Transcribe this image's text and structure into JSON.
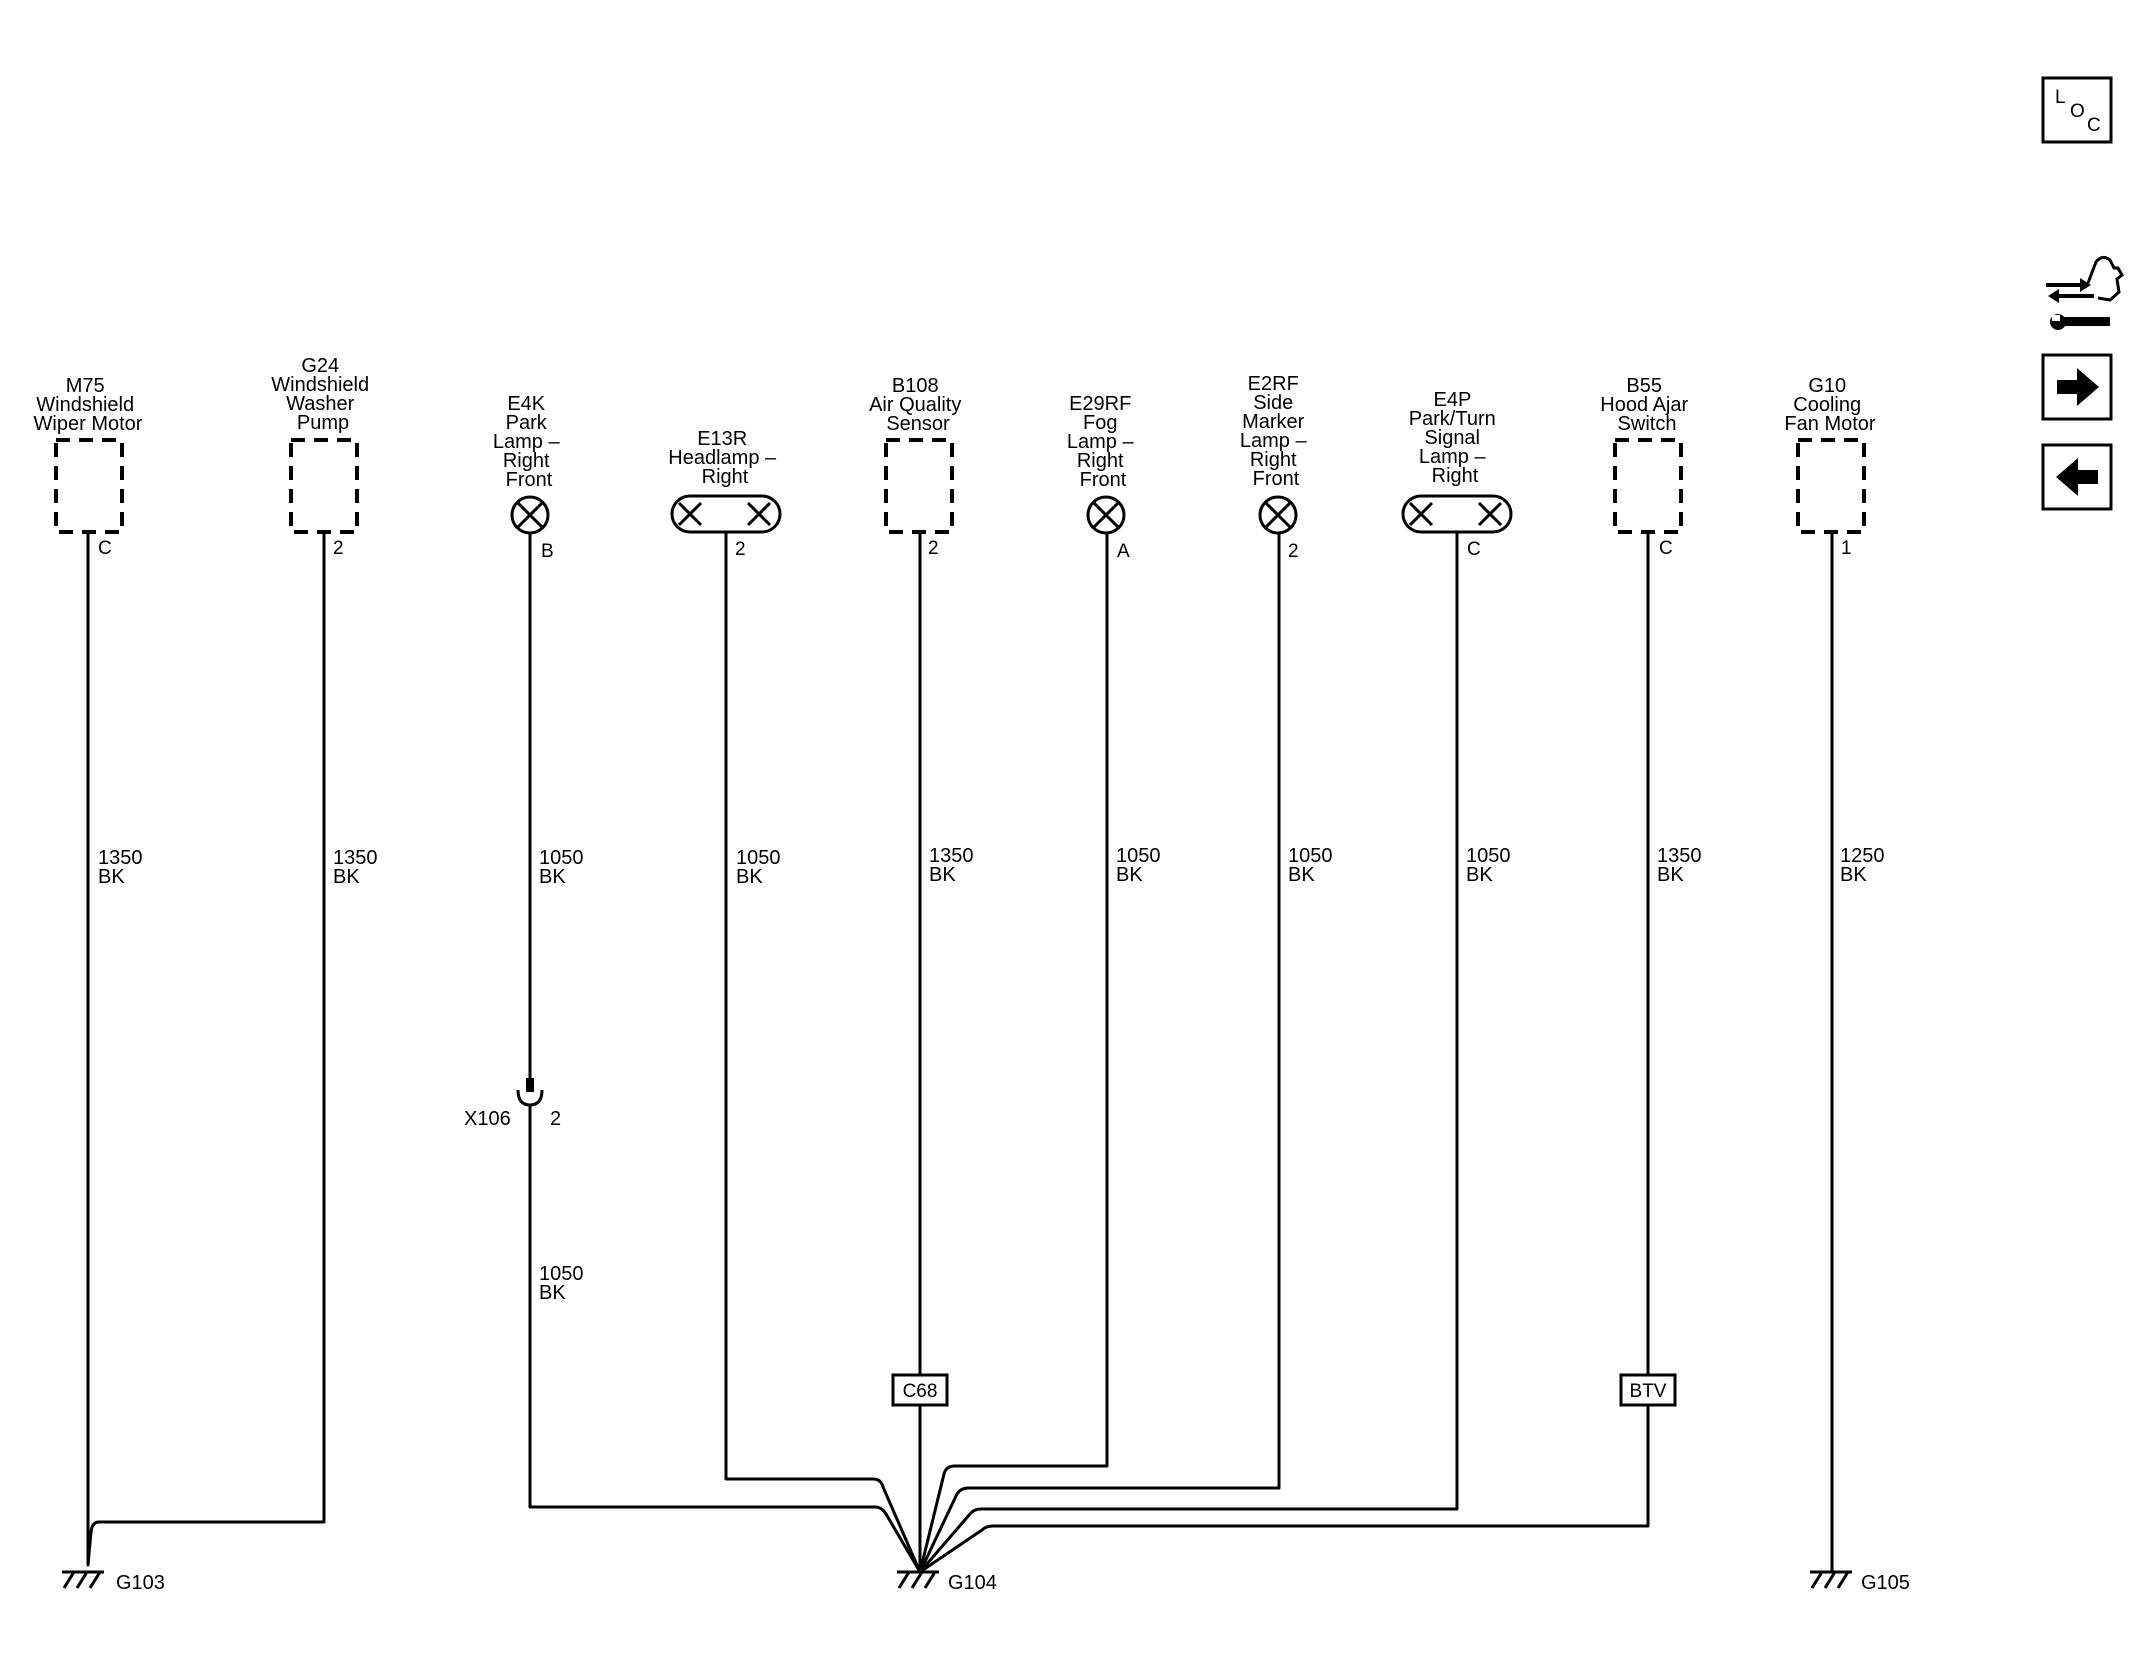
{
  "components": [
    {
      "id": "m75",
      "lines": [
        "M75",
        "Windshield",
        "Wiper Motor"
      ],
      "pin": "C",
      "symbol": "dashed-box"
    },
    {
      "id": "g24",
      "lines": [
        "G24",
        "Windshield",
        "Washer",
        "Pump"
      ],
      "pin": "2",
      "symbol": "dashed-box"
    },
    {
      "id": "e4k",
      "lines": [
        "E4K",
        "Park",
        "Lamp –",
        "Right",
        "Front"
      ],
      "pin": "B",
      "symbol": "lamp"
    },
    {
      "id": "e13r",
      "lines": [
        "E13R",
        "Headlamp –",
        "Right"
      ],
      "pin": "2",
      "symbol": "dual-lamp"
    },
    {
      "id": "b108",
      "lines": [
        "B108",
        "Air Quality",
        "Sensor"
      ],
      "pin": "2",
      "symbol": "dashed-box"
    },
    {
      "id": "e29rf",
      "lines": [
        "E29RF",
        "Fog",
        "Lamp –",
        "Right",
        "Front"
      ],
      "pin": "A",
      "symbol": "lamp"
    },
    {
      "id": "e2rf",
      "lines": [
        "E2RF",
        "Side",
        "Marker",
        "Lamp –",
        "Right",
        "Front"
      ],
      "pin": "2",
      "symbol": "lamp"
    },
    {
      "id": "e4p",
      "lines": [
        "E4P",
        "Park/Turn",
        "Signal",
        "Lamp –",
        "Right"
      ],
      "pin": "C",
      "symbol": "dual-lamp"
    },
    {
      "id": "b55",
      "lines": [
        "B55",
        "Hood Ajar",
        "Switch"
      ],
      "pin": "C",
      "symbol": "dashed-box"
    },
    {
      "id": "g10",
      "lines": [
        "G10",
        "Cooling",
        "Fan Motor"
      ],
      "pin": "1",
      "symbol": "dashed-box"
    }
  ],
  "wires": [
    {
      "id": "m75",
      "gauge": "1350",
      "color": "BK"
    },
    {
      "id": "g24",
      "gauge": "1350",
      "color": "BK"
    },
    {
      "id": "e4k",
      "gauge": "1050",
      "color": "BK"
    },
    {
      "id": "e13r",
      "gauge": "1050",
      "color": "BK"
    },
    {
      "id": "b108",
      "gauge": "1350",
      "color": "BK"
    },
    {
      "id": "e29rf",
      "gauge": "1050",
      "color": "BK"
    },
    {
      "id": "e2rf",
      "gauge": "1050",
      "color": "BK"
    },
    {
      "id": "e4p",
      "gauge": "1050",
      "color": "BK"
    },
    {
      "id": "b55",
      "gauge": "1350",
      "color": "BK"
    },
    {
      "id": "g10",
      "gauge": "1250",
      "color": "BK"
    },
    {
      "id": "e4k-lower",
      "gauge": "1050",
      "color": "BK"
    }
  ],
  "inline_connector": {
    "name": "X106",
    "pin": "2"
  },
  "splices": [
    {
      "id": "b108",
      "label": "C68"
    },
    {
      "id": "b55",
      "label": "BTV"
    }
  ],
  "grounds": [
    {
      "id": "g103",
      "label": "G103"
    },
    {
      "id": "g104",
      "label": "G104"
    },
    {
      "id": "g105",
      "label": "G105"
    }
  ],
  "toolbar": {
    "loc": {
      "letters": [
        "L",
        "O",
        "C"
      ],
      "icon": "loc-icon"
    },
    "tools_icon": "tools-icon",
    "forward_icon": "arrow-right-icon",
    "back_icon": "arrow-left-icon"
  }
}
